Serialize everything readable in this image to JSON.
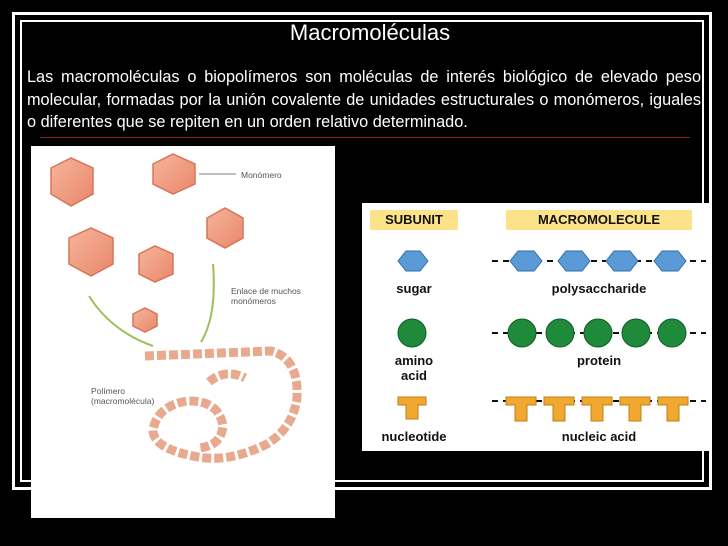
{
  "slide": {
    "title": "Macromoléculas",
    "intro": "Las macromoléculas o biopolímeros son moléculas de interés biológico de elevado peso molecular, formadas por la unión covalente de unidades estructurales o monómeros, iguales o diferentes que se repiten en un orden relativo determinado."
  },
  "left_figure": {
    "monomer_label": "Monómero",
    "bond_label": "Enlace de muchos\nmonómeros",
    "polymer_label": "Polímero\n(macromolécula)"
  },
  "right_figure": {
    "subunit_header": "SUBUNIT",
    "macromolecule_header": "MACROMOLECULE",
    "rows": [
      {
        "subunit": "sugar",
        "macromolecule": "polysaccharide",
        "color": "#5b9bd5"
      },
      {
        "subunit": "amino\nacid",
        "macromolecule": "protein",
        "color": "#1e8a3a"
      },
      {
        "subunit": "nucleotide",
        "macromolecule": "nucleic acid",
        "color": "#f0a830"
      }
    ]
  }
}
